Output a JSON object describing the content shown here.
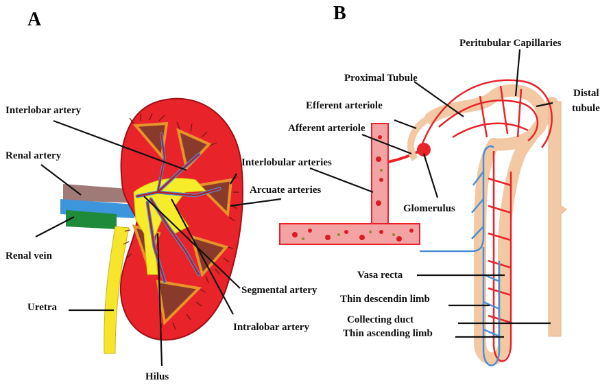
{
  "panels": {
    "a": "A",
    "b": "B"
  },
  "kidney_labels": {
    "interlobar_artery": "Interlobar artery",
    "renal_artery": "Renal artery",
    "renal_vein": "Renal vein",
    "uretra": "Uretra",
    "hilus": "Hilus",
    "interlobular_arteries": "Interlobular arteries",
    "arcuate_arteries": "Arcuate arteries",
    "segmental_artery": "Segmental artery",
    "intralobar_artery": "Intralobar artery"
  },
  "nephron_labels": {
    "peritubular_capillaries": "Peritubular Capillaries",
    "proximal_tubule": "Proximal Tubule",
    "distal_tubule_line1": "Distal",
    "distal_tubule_line2": "tubule",
    "efferent_arteriole": "Efferent arteriole",
    "afferent_arteriole": "Afferent arteriole",
    "glomerulus": "Glomerulus",
    "vasa_recta": "Vasa recta",
    "thin_descending_limb": "Thin descendin limb",
    "collecting_duct": "Collecting duct",
    "thin_ascending_limb": "Thin ascending limb"
  },
  "colors": {
    "artery": "#e8232a",
    "vessel_red_light": "#f07a7c",
    "vein": "#4a8fd6",
    "pelvis": "#f7ec2a",
    "pyramid": "#8a3a2a",
    "pyramid_rim": "#e8932a",
    "tubule": "#f2c9a4",
    "renal_vein_green": "#1e8a3a",
    "ureter": "#f6e52b"
  }
}
